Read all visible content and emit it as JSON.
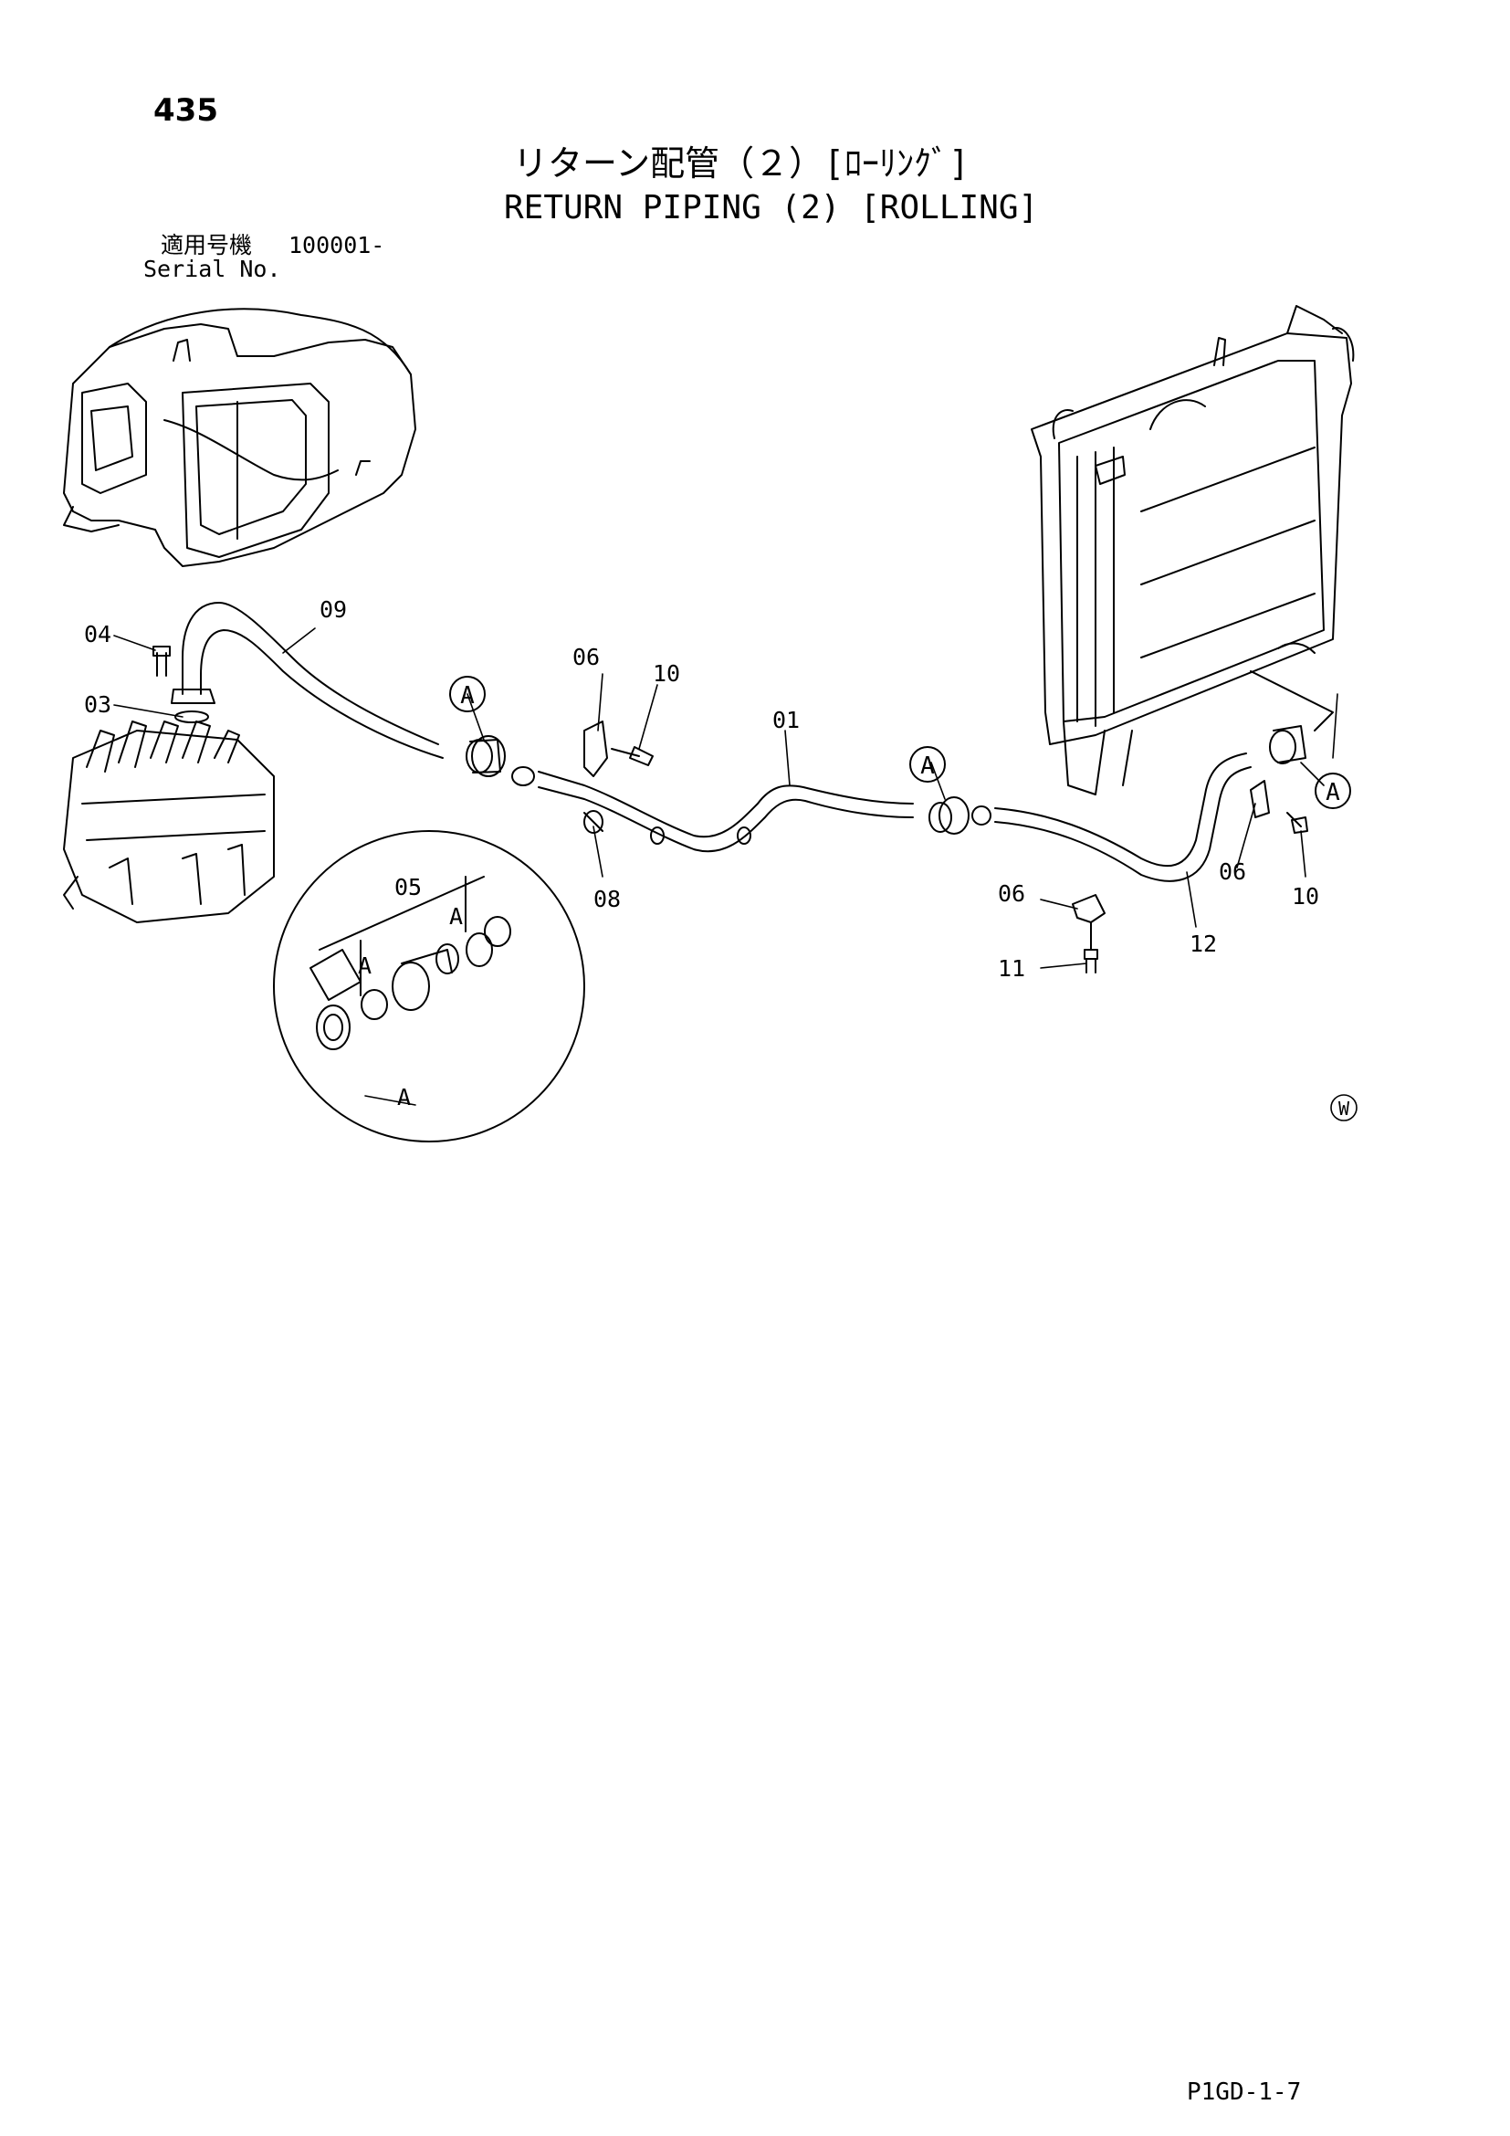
{
  "header": {
    "page_number": "435",
    "title_jp": "リターン配管（２）[ﾛｰﾘﾝｸﾞ]",
    "title_en": "RETURN PIPING (2) [ROLLING]",
    "serial_label_jp": "適用号機",
    "serial_value": "100001-",
    "serial_label_en": "Serial No."
  },
  "callouts": {
    "p01": "01",
    "p03": "03",
    "p04": "04",
    "p05": "05",
    "p06a": "06",
    "p06b": "06",
    "p06c": "06",
    "p08": "08",
    "p09": "09",
    "p10a": "10",
    "p10b": "10",
    "p11": "11",
    "p12": "12",
    "detail_ref": "A",
    "detail_ref_small": "A"
  },
  "footer": {
    "code": "P1GD-1-7",
    "mark": "W"
  }
}
